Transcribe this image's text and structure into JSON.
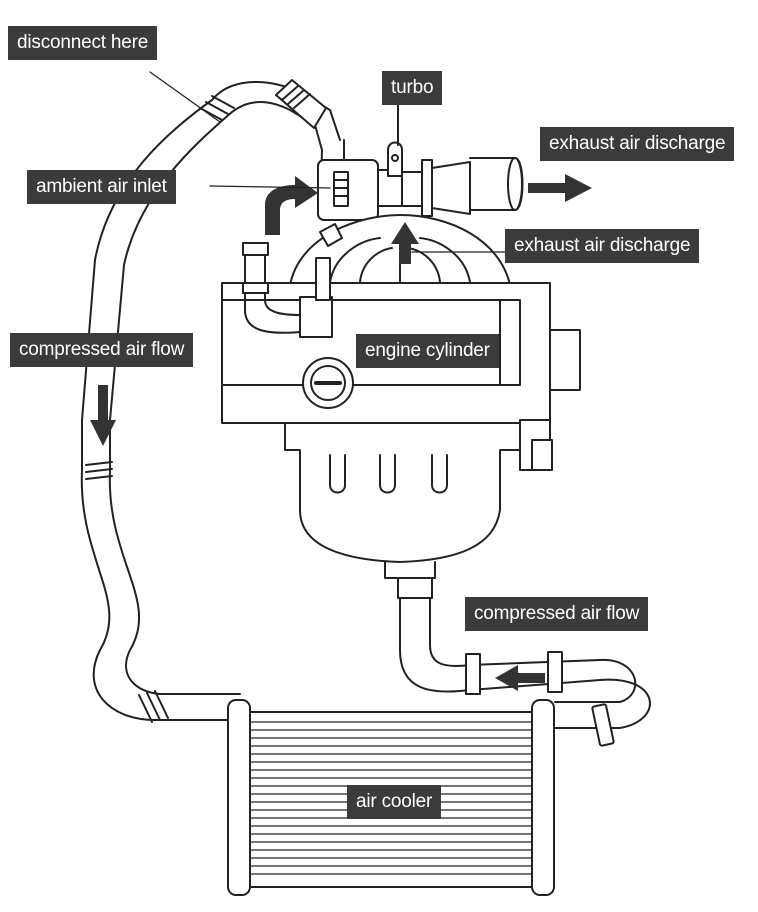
{
  "labels": {
    "disconnect_here": "disconnect here",
    "turbo": "turbo",
    "exhaust_air_discharge_top": "exhaust air discharge",
    "ambient_air_inlet": "ambient air inlet",
    "exhaust_air_discharge_mid": "exhaust air discharge",
    "compressed_air_flow_left": "compressed air flow",
    "engine_cylinder": "engine cylinder",
    "compressed_air_flow_right": "compressed air flow",
    "air_cooler": "air cooler"
  },
  "colors": {
    "label_bg": "#3b3b3b",
    "label_text": "#ffffff",
    "line": "#222222",
    "arrow": "#333333"
  }
}
